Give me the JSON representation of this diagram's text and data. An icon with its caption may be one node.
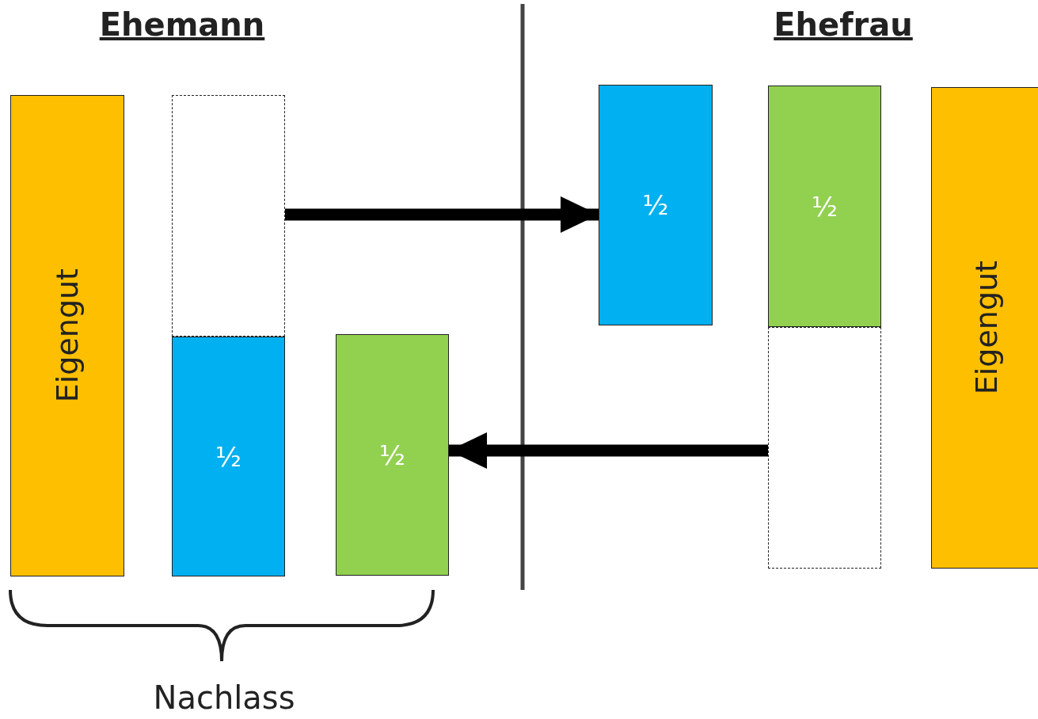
{
  "diagram": {
    "nodes": [
      {
        "text": [
          "Eigengut"
        ]
      },
      {
        "text": [],
        "shape": "box"
      },
      {
        "text": [
          "½"
        ]
      },
      {
        "text": [
          "½"
        ]
      },
      {
        "text": [
          "½"
        ]
      },
      {
        "text": [
          "½"
        ]
      },
      {
        "text": [],
        "shape": "box"
      },
      {
        "text": [
          "Eigengut"
        ]
      }
    ],
    "edges": [
      {
        "from": 1,
        "to": 4,
        "arrow": "to"
      },
      {
        "from": 6,
        "to": 3,
        "arrow": "to"
      }
    ],
    "labels": [
      "Ehemann",
      "Ehefrau",
      "Nachlass"
    ]
  }
}
